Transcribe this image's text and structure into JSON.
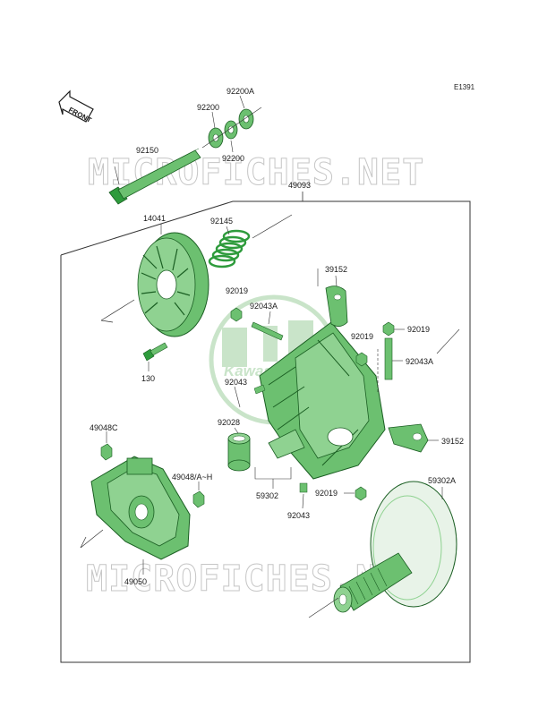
{
  "diagram_code": "E1391",
  "front_label": "FRONT",
  "watermark_text": "MICROFICHES.NET",
  "logo_text": "Kawasaki",
  "colors": {
    "parts": "#2e9b3c",
    "watermark_green": "#b8dcb8",
    "line": "#333333"
  },
  "labels": [
    {
      "id": "p92200a",
      "text": "92200A"
    },
    {
      "id": "p92200-top",
      "text": "92200"
    },
    {
      "id": "p92200-bot",
      "text": "92200"
    },
    {
      "id": "p92150",
      "text": "92150"
    },
    {
      "id": "p49093",
      "text": "49093"
    },
    {
      "id": "p14041",
      "text": "14041"
    },
    {
      "id": "p92145",
      "text": "92145"
    },
    {
      "id": "p39152-top",
      "text": "39152"
    },
    {
      "id": "p92019-a",
      "text": "92019"
    },
    {
      "id": "p92043a-a",
      "text": "92043A"
    },
    {
      "id": "p92019-b",
      "text": "92019"
    },
    {
      "id": "p92019-c",
      "text": "92019"
    },
    {
      "id": "p92043a-b",
      "text": "92043A"
    },
    {
      "id": "p130",
      "text": "130"
    },
    {
      "id": "p92043-a",
      "text": "92043"
    },
    {
      "id": "p92028",
      "text": "92028"
    },
    {
      "id": "p39152-bot",
      "text": "39152"
    },
    {
      "id": "p49048c",
      "text": "49048C"
    },
    {
      "id": "p49048ah",
      "text": "49048/A~H"
    },
    {
      "id": "p59302",
      "text": "59302"
    },
    {
      "id": "p92019-d",
      "text": "92019"
    },
    {
      "id": "p59302a",
      "text": "59302A"
    },
    {
      "id": "p92043-b",
      "text": "92043"
    },
    {
      "id": "p49050",
      "text": "49050"
    }
  ]
}
